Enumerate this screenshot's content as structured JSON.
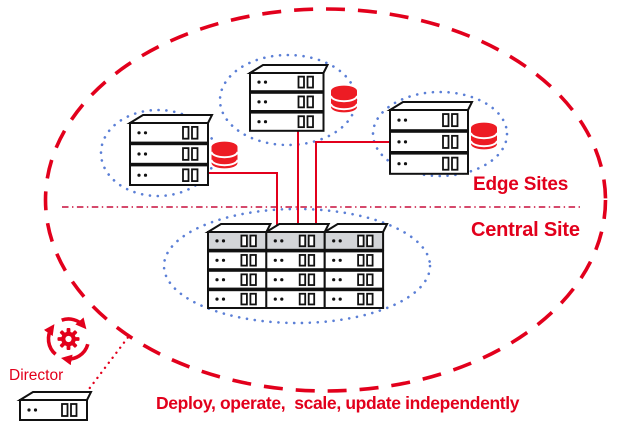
{
  "colors": {
    "accent_red": "#e2001c",
    "database_red": "#ed1c24",
    "cluster_dot_blue": "#5b7fd6",
    "divider_red": "#cf3057",
    "server_top_gray": "#d3d5d8",
    "outline_black": "#111111"
  },
  "labels": {
    "edge_sites": "Edge Sites",
    "central_site": "Central Site",
    "director": "Director",
    "caption": "Deploy, operate,  scale, update independently"
  },
  "diagram": {
    "edge_sites": [
      {
        "name": "edge-site-left",
        "server_count": 3,
        "has_database": true
      },
      {
        "name": "edge-site-top",
        "server_count": 3,
        "has_database": true
      },
      {
        "name": "edge-site-right",
        "server_count": 3,
        "has_database": true
      }
    ],
    "central_site": {
      "name": "central-site",
      "server_columns": 3,
      "server_rows": 4
    },
    "director": {
      "name": "director",
      "server_count": 1,
      "icons": [
        "lifecycle-arrows-icon",
        "gear-icon",
        "database-icon"
      ]
    }
  }
}
